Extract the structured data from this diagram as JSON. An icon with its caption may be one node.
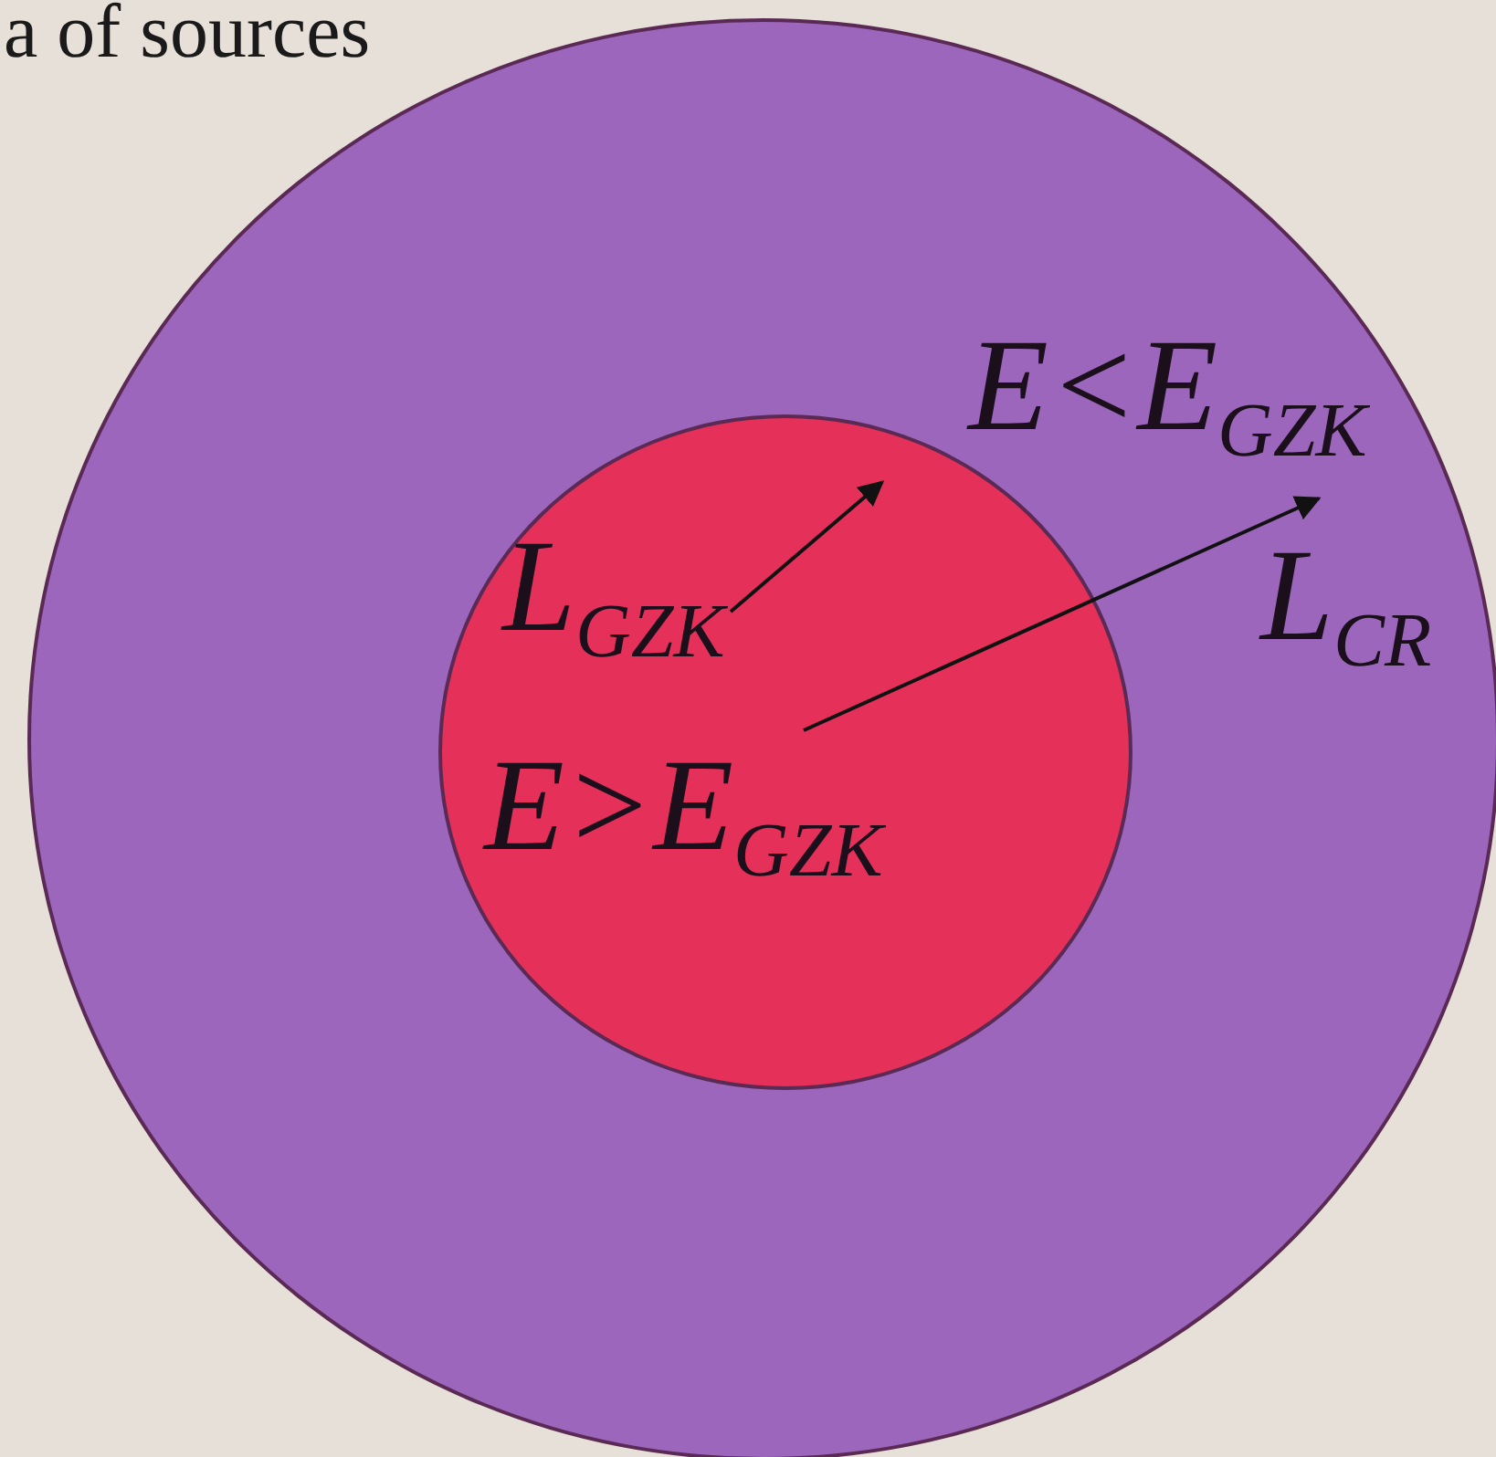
{
  "diagram": {
    "nodes": [
      {
        "text": [
          "E<E$_{GZK}$",
          "L$_{CR}$"
        ]
      },
      {
        "text": [
          "L$_{GZK}$",
          "E>E$_{GZK}$"
        ],
        "in": 0
      }
    ],
    "labels": [
      "a of sources"
    ]
  }
}
